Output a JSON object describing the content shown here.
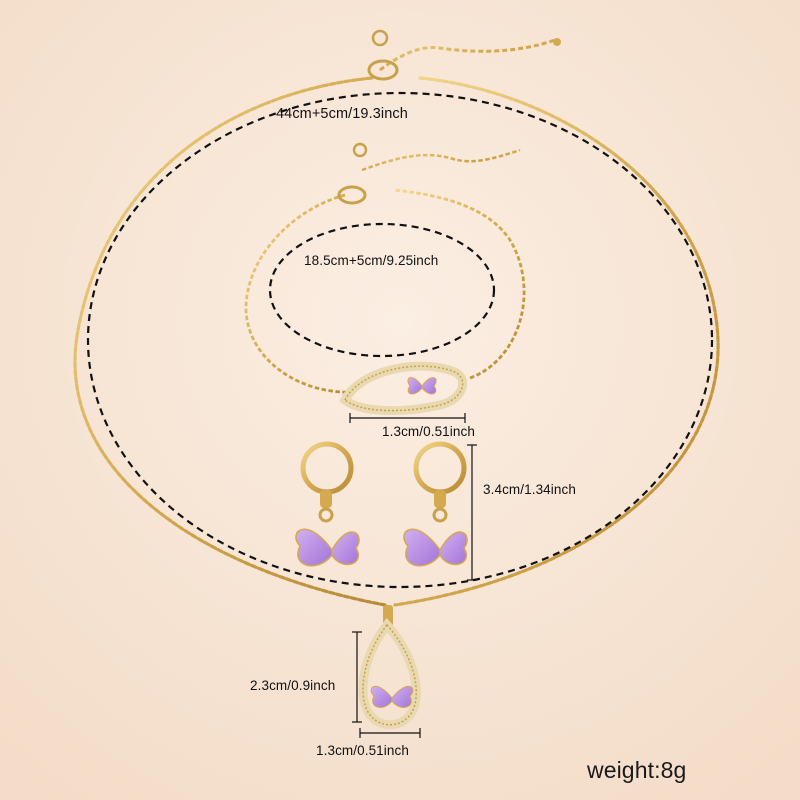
{
  "product": {
    "dimensions": {
      "necklace_length": "44cm+5cm/19.3inch",
      "bracelet_length": "18.5cm+5cm/9.25inch",
      "bracelet_pendant_width": "1.3cm/0.51inch",
      "earring_height": "3.4cm/1.34inch",
      "pendant_height": "2.3cm/0.9inch",
      "pendant_width": "1.3cm/0.51inch"
    },
    "weight": "weight:8g"
  },
  "colors": {
    "background": "#f8e6d7",
    "gold": "#d9b25e",
    "purple": "#b98be0",
    "dashed_line": "#111111"
  }
}
